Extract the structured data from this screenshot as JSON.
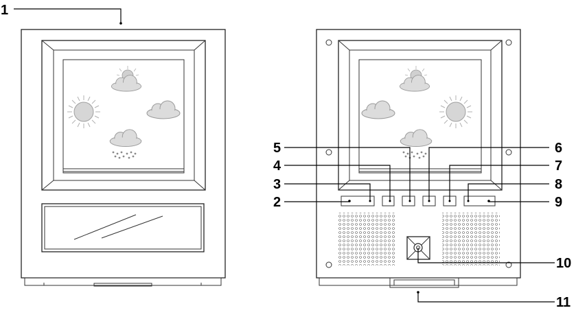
{
  "callouts": [
    {
      "id": "1",
      "text": "1"
    },
    {
      "id": "2",
      "text": "2"
    },
    {
      "id": "3",
      "text": "3"
    },
    {
      "id": "4",
      "text": "4"
    },
    {
      "id": "5",
      "text": "5"
    },
    {
      "id": "6",
      "text": "6"
    },
    {
      "id": "7",
      "text": "7"
    },
    {
      "id": "8",
      "text": "8"
    },
    {
      "id": "9",
      "text": "9"
    },
    {
      "id": "10",
      "text": "10"
    },
    {
      "id": "11",
      "text": "11"
    }
  ],
  "icons": {
    "front": [
      "sun-behind-cloud-icon",
      "sun-icon",
      "cloud-icon",
      "rain-cloud-icon"
    ],
    "back": [
      "sun-behind-cloud-icon",
      "cloud-icon",
      "sun-icon",
      "rain-cloud-icon"
    ]
  },
  "colors": {
    "line": "#222222",
    "icon_fill": "#d8d8d8",
    "icon_stroke": "#9a9a9a"
  }
}
